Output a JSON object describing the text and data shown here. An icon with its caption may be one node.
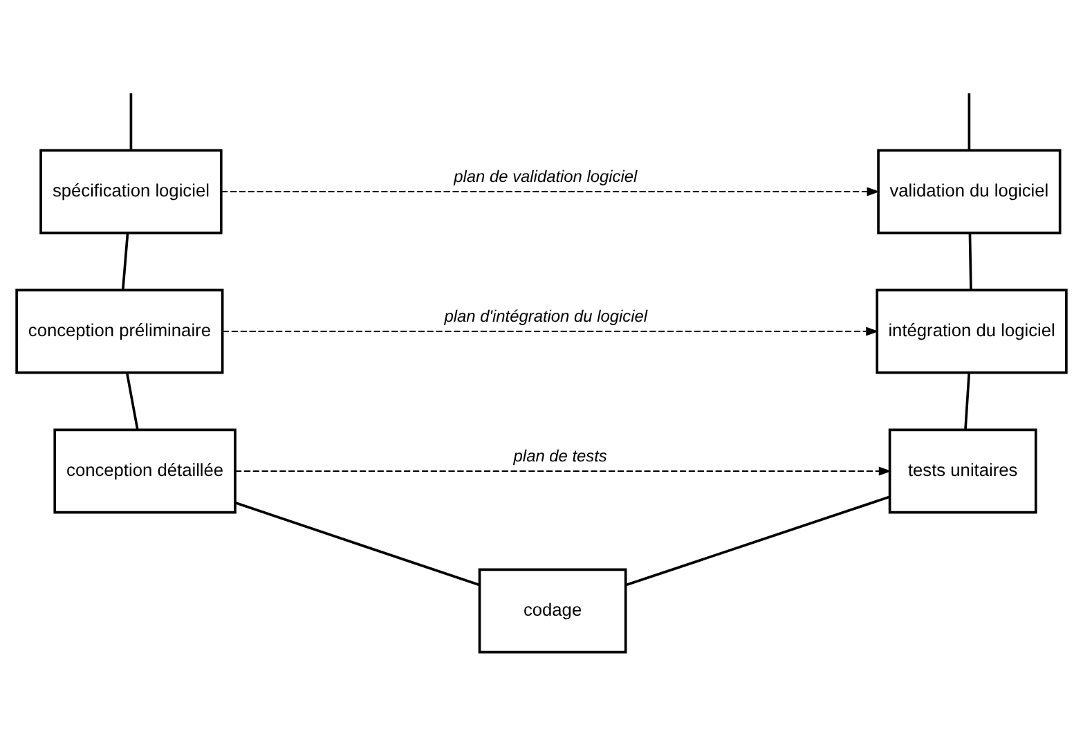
{
  "diagram": {
    "nodes": [
      {
        "text": [
          "spécification logiciel"
        ]
      },
      {
        "text": [
          "validation du logiciel"
        ]
      },
      {
        "text": [
          "conception préliminaire"
        ]
      },
      {
        "text": [
          "intégration du logiciel"
        ]
      },
      {
        "text": [
          "conception détaillée"
        ]
      },
      {
        "text": [
          "tests unitaires"
        ]
      },
      {
        "text": [
          "codage"
        ]
      }
    ],
    "edges": [
      {
        "from": null,
        "to": 0,
        "arrow": "none"
      },
      {
        "from": 1,
        "to": null,
        "arrow": "none"
      },
      {
        "from": 0,
        "to": 1,
        "arrow": "to",
        "style": "dashed",
        "label": "plan de validation logiciel"
      },
      {
        "from": 0,
        "to": 2,
        "arrow": "none"
      },
      {
        "from": 2,
        "to": 3,
        "arrow": "to",
        "style": "dashed",
        "label": "plan d'intégration du logiciel"
      },
      {
        "from": 2,
        "to": 4,
        "arrow": "none"
      },
      {
        "from": 4,
        "to": 5,
        "arrow": "to",
        "style": "dashed",
        "label": "plan de tests"
      },
      {
        "from": 4,
        "to": 6,
        "arrow": "none"
      },
      {
        "from": 6,
        "to": 5,
        "arrow": "none"
      },
      {
        "from": 5,
        "to": 3,
        "arrow": "none"
      },
      {
        "from": 3,
        "to": 1,
        "arrow": "none"
      }
    ]
  }
}
